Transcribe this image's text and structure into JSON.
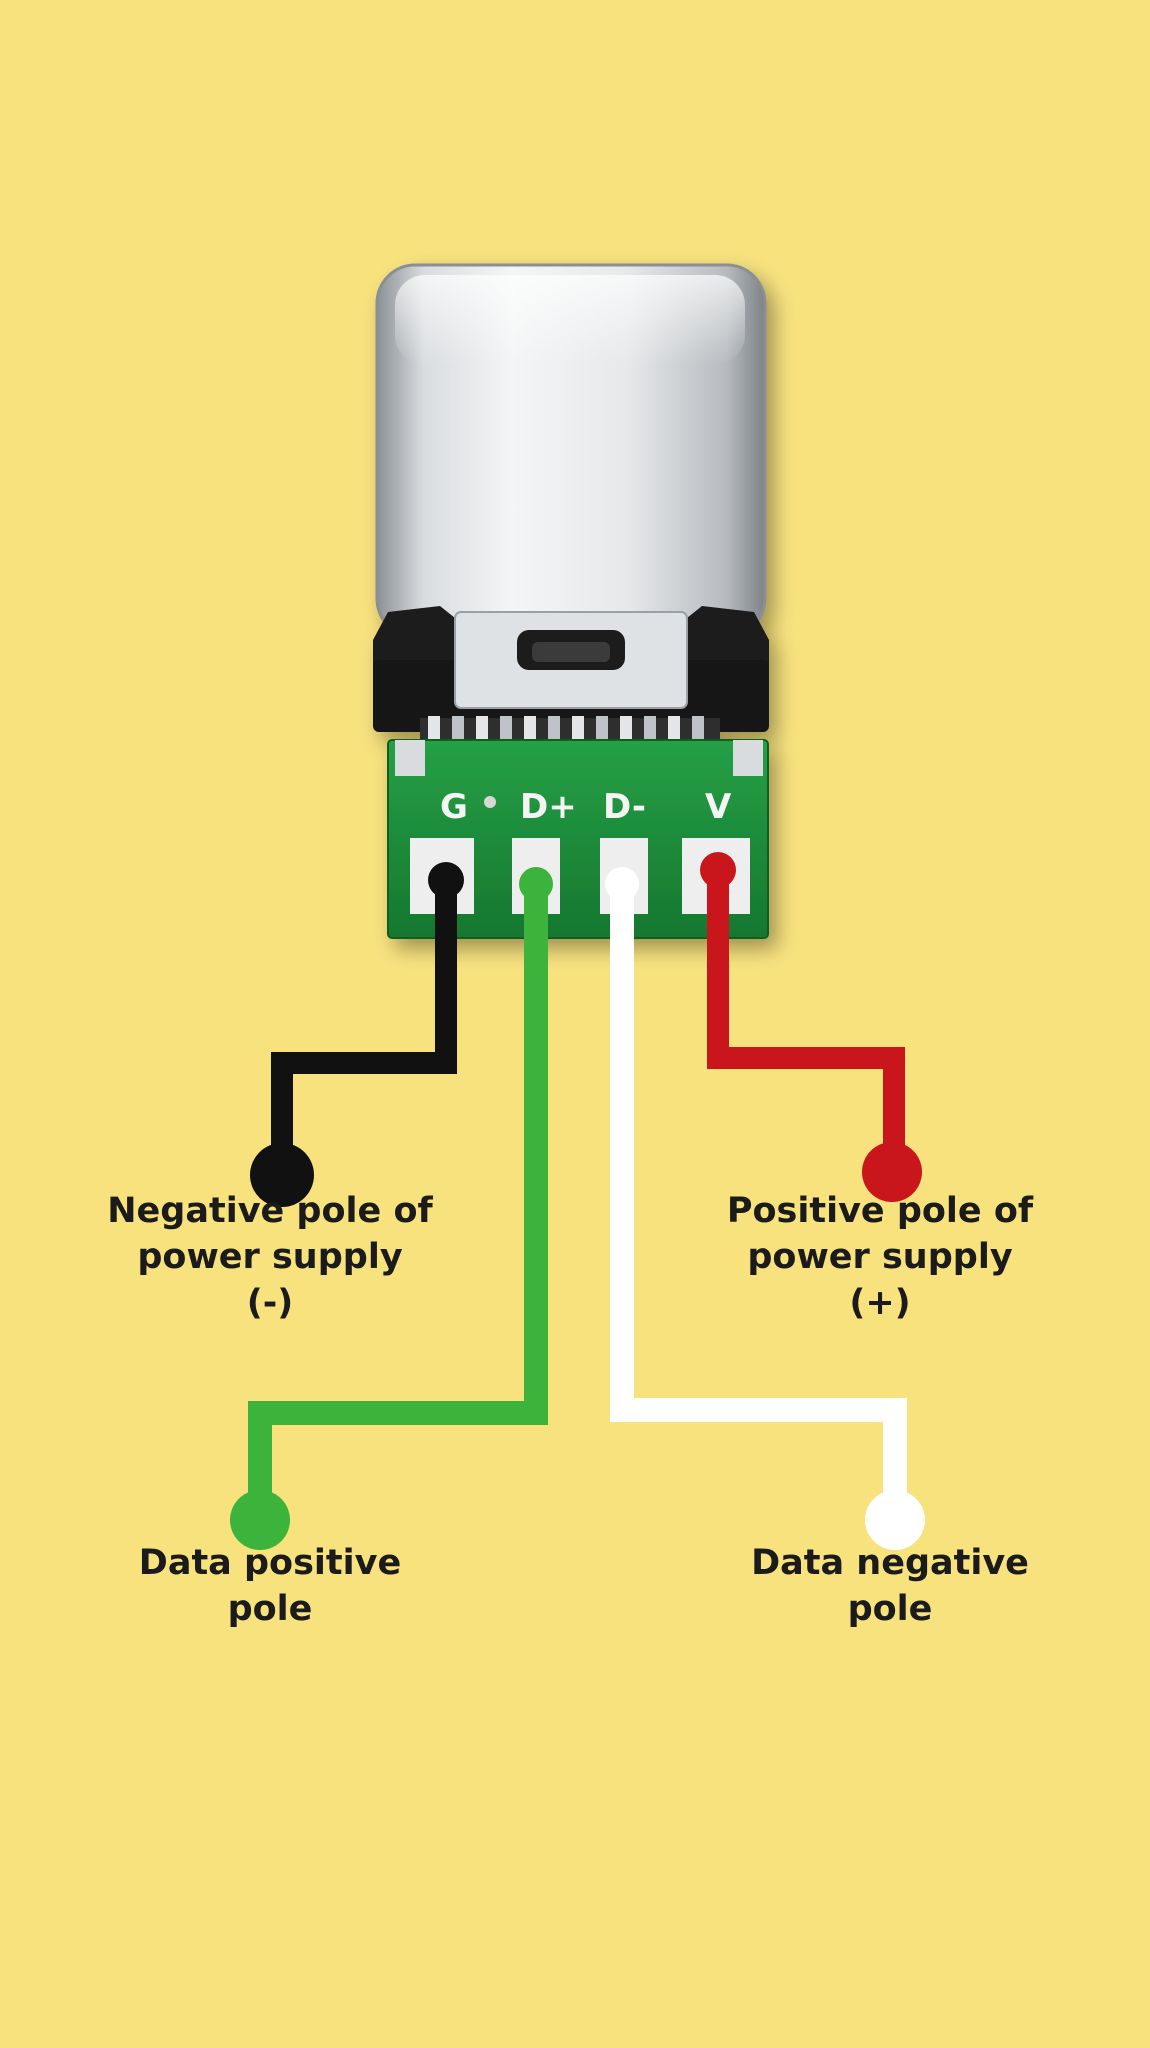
{
  "diagram": {
    "background_color": "#f7e27e",
    "connector": {
      "name": "USB Type-C plug with PCB breakout",
      "pcb_color": "#1f8a3a",
      "shell_color": "#c9cdd1",
      "pin_labels": [
        "G",
        "D+",
        "D-",
        "V"
      ]
    },
    "wires": [
      {
        "id": "ground",
        "color": "#111111"
      },
      {
        "id": "data_plus",
        "color": "#3cb33a"
      },
      {
        "id": "data_minus",
        "color": "#ffffff"
      },
      {
        "id": "vbus",
        "color": "#c8161c"
      }
    ],
    "labels": {
      "negative": {
        "line1": "Negative pole of",
        "line2": "power supply",
        "line3": "(-)"
      },
      "positive": {
        "line1": "Positive pole of",
        "line2": "power supply",
        "line3": "(+)"
      },
      "data_positive": {
        "line1": "Data positive",
        "line2": "pole"
      },
      "data_negative": {
        "line1": "Data negative",
        "line2": "pole"
      }
    }
  }
}
